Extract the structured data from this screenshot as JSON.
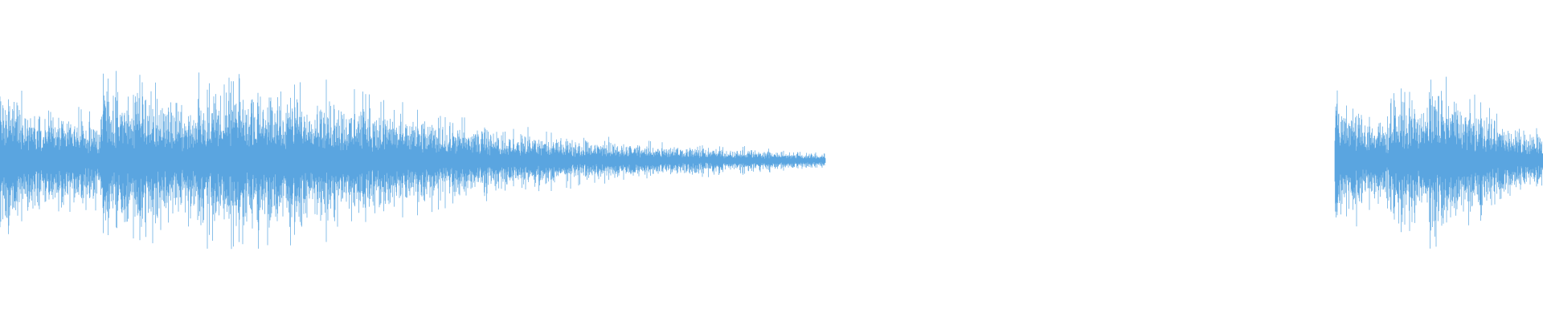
{
  "waveform": {
    "color": "#5aa5e0",
    "background": "#ffffff",
    "segments": [
      {
        "label": "audio-clip-1",
        "bursts": [
          {
            "start": 0.0,
            "amplitude": 0.95,
            "decay": 0.12
          },
          {
            "start": 0.065,
            "amplitude": 0.8,
            "decay": 0.08
          },
          {
            "start": 0.128,
            "amplitude": 1.0,
            "decay": 0.18
          }
        ],
        "end": 0.535,
        "tail_floor": 0.01
      },
      {
        "label": "audio-clip-2",
        "bursts": [
          {
            "start": 0.865,
            "amplitude": 0.95,
            "decay": 0.06
          },
          {
            "start": 0.9,
            "amplitude": 0.5,
            "decay": 0.05
          },
          {
            "start": 0.922,
            "amplitude": 0.62,
            "decay": 0.07
          }
        ],
        "end": 1.0,
        "tail_floor": 0.05
      }
    ]
  }
}
